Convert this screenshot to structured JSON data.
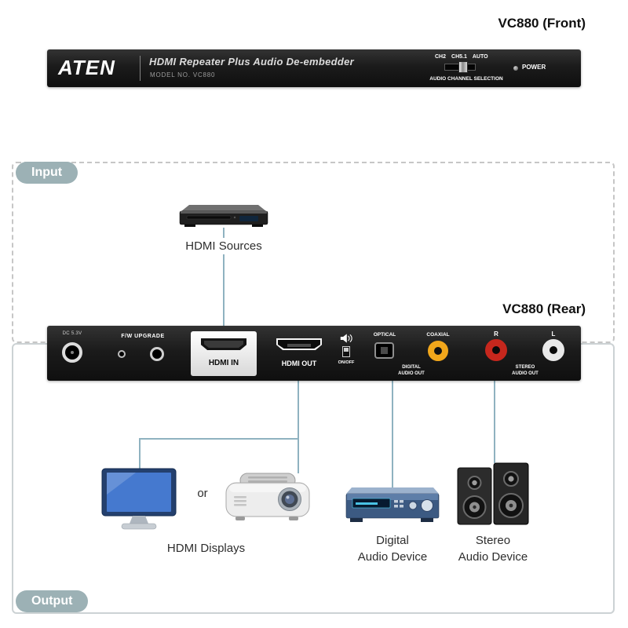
{
  "titles": {
    "front": "VC880 (Front)",
    "rear": "VC880 (Rear)"
  },
  "front_panel": {
    "brand": "ATEN",
    "product_title": "HDMI Repeater Plus Audio De-embedder",
    "model_no": "MODEL NO. VC880",
    "channel_options": [
      "CH2",
      "CH5.1",
      "AUTO"
    ],
    "channel_selection_label": "AUDIO CHANNEL SELECTION",
    "power_label": "POWER"
  },
  "rear_panel": {
    "dc_label": "DC 5.3V",
    "fw_upgrade_label": "F/W UPGRADE",
    "hdmi_in_label": "HDMI IN",
    "hdmi_out_label": "HDMI OUT",
    "on_off_label": "ON/OFF",
    "optical_label": "OPTICAL",
    "coaxial_label": "COAXIAL",
    "digital_audio_out": {
      "line1": "DIGITAL",
      "line2": "AUDIO OUT"
    },
    "right_label": "R",
    "left_label": "L",
    "stereo_audio_out": {
      "line1": "STEREO",
      "line2": "AUDIO OUT"
    }
  },
  "input_section": {
    "badge_label": "Input",
    "hdmi_sources_label": "HDMI Sources"
  },
  "output_section": {
    "badge_label": "Output",
    "or_label": "or",
    "hdmi_displays_label": "HDMI Displays",
    "digital_audio_device": {
      "line1": "Digital",
      "line2": "Audio Device"
    },
    "stereo_audio_device": {
      "line1": "Stereo",
      "line2": "Audio Device"
    }
  },
  "colors": {
    "panel_black": "#1b1b1b",
    "badge_bg": "#9cb1b5",
    "connector_line": "#8fb2c0",
    "coaxial_orange": "#f2a71b",
    "rca_red": "#c6271d",
    "rca_white": "#e9e9e9",
    "monitor_screen_blue": "#4579cf"
  }
}
